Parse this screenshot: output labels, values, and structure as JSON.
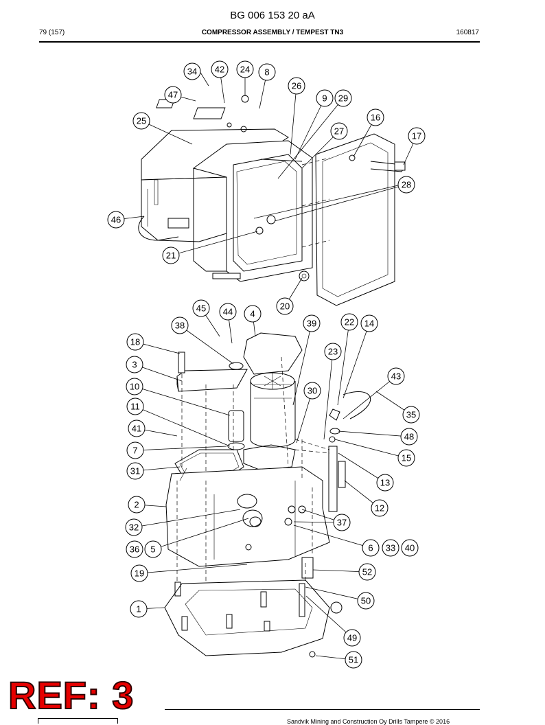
{
  "header": {
    "doc_code": "BG 006 153 20 aA",
    "page_number": "79 (157)",
    "title": "COMPRESSOR ASSEMBLY / TEMPEST TN3",
    "date_code": "160817"
  },
  "stamp": {
    "text": "REF: 3",
    "color": "#e60000"
  },
  "footer": {
    "copyright": "Sandvik Mining and Construction Oy Drills Tampere © 2016"
  },
  "callouts": [
    {
      "label": "34"
    },
    {
      "label": "42"
    },
    {
      "label": "24"
    },
    {
      "label": "8"
    },
    {
      "label": "26"
    },
    {
      "label": "47"
    },
    {
      "label": "9"
    },
    {
      "label": "29"
    },
    {
      "label": "25"
    },
    {
      "label": "16"
    },
    {
      "label": "27"
    },
    {
      "label": "17"
    },
    {
      "label": "28"
    },
    {
      "label": "46"
    },
    {
      "label": "21"
    },
    {
      "label": "20"
    },
    {
      "label": "45"
    },
    {
      "label": "44"
    },
    {
      "label": "4"
    },
    {
      "label": "38"
    },
    {
      "label": "39"
    },
    {
      "label": "22"
    },
    {
      "label": "14"
    },
    {
      "label": "18"
    },
    {
      "label": "23"
    },
    {
      "label": "3"
    },
    {
      "label": "43"
    },
    {
      "label": "10"
    },
    {
      "label": "30"
    },
    {
      "label": "35"
    },
    {
      "label": "11"
    },
    {
      "label": "41"
    },
    {
      "label": "48"
    },
    {
      "label": "7"
    },
    {
      "label": "15"
    },
    {
      "label": "31"
    },
    {
      "label": "13"
    },
    {
      "label": "2"
    },
    {
      "label": "12"
    },
    {
      "label": "32"
    },
    {
      "label": "37"
    },
    {
      "label": "36"
    },
    {
      "label": "5"
    },
    {
      "label": "6"
    },
    {
      "label": "33"
    },
    {
      "label": "40"
    },
    {
      "label": "19"
    },
    {
      "label": "52"
    },
    {
      "label": "50"
    },
    {
      "label": "1"
    },
    {
      "label": "49"
    },
    {
      "label": "51"
    }
  ]
}
